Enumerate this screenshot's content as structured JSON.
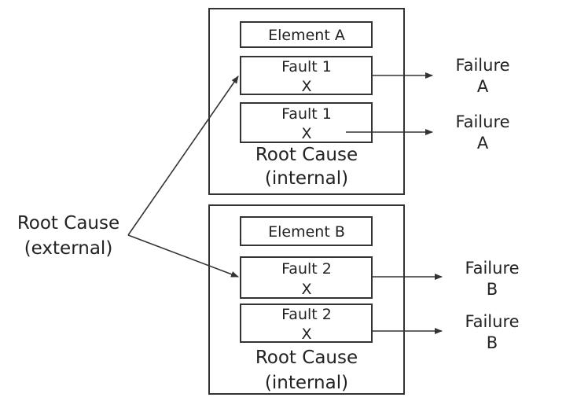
{
  "colors": {
    "stroke": "#333333",
    "text": "#222222",
    "background": "#ffffff"
  },
  "external_cause": {
    "line1": "Root Cause",
    "line2": "(external)"
  },
  "group_a": {
    "element_label": "Element A",
    "fault_1": {
      "name": "Fault 1",
      "mark": "X",
      "failure_line1": "Failure",
      "failure_line2": "A"
    },
    "fault_2": {
      "name": "Fault 1",
      "mark": "X",
      "failure_line1": "Failure",
      "failure_line2": "A"
    },
    "internal_cause": {
      "line1": "Root Cause",
      "line2": "(internal)"
    }
  },
  "group_b": {
    "element_label": "Element B",
    "fault_1": {
      "name": "Fault 2",
      "mark": "X",
      "failure_line1": "Failure",
      "failure_line2": "B"
    },
    "fault_2": {
      "name": "Fault 2",
      "mark": "X",
      "failure_line1": "Failure",
      "failure_line2": "B"
    },
    "internal_cause": {
      "line1": "Root Cause",
      "line2": "(internal)"
    }
  }
}
